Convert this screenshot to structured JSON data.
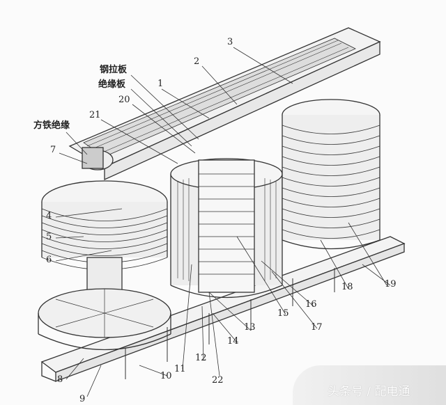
{
  "labels": {
    "steel_tie_plate": "钢拉板",
    "insulating_plate": "绝缘板",
    "square_iron_insulation": "方铁绝缘",
    "n1": "1",
    "n2": "2",
    "n3": "3",
    "n4": "4",
    "n5": "5",
    "n6": "6",
    "n7": "7",
    "n8": "8",
    "n9": "9",
    "n10": "10",
    "n11": "11",
    "n12": "12",
    "n13": "13",
    "n14": "14",
    "n15": "15",
    "n16": "16",
    "n17": "17",
    "n18": "18",
    "n19": "19",
    "n20": "20",
    "n21": "21",
    "n22": "22"
  },
  "watermark": "头条号 / 配电通",
  "colors": {
    "line": "#333333",
    "background": "#fbfbfb"
  }
}
